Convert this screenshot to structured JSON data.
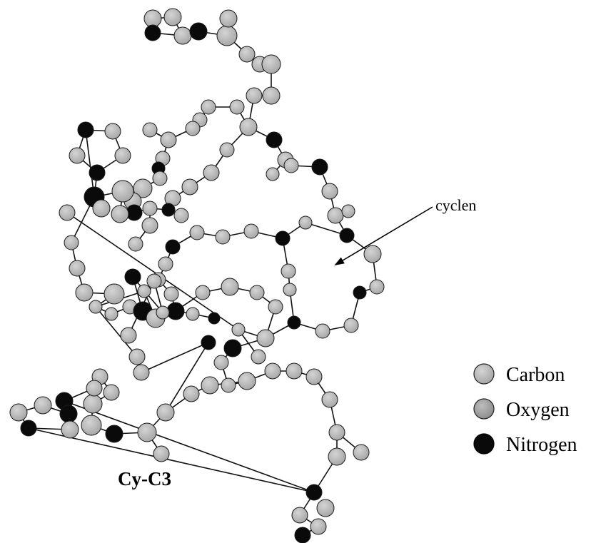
{
  "molecule_label": "Cy-C3",
  "annotation": "cyclen",
  "legend": [
    {
      "label": "Carbon",
      "color": "#b8b8b8"
    },
    {
      "label": "Oxygen",
      "color": "#9e9e9e"
    },
    {
      "label": "Nitrogen",
      "color": "#0a0a0a"
    }
  ]
}
